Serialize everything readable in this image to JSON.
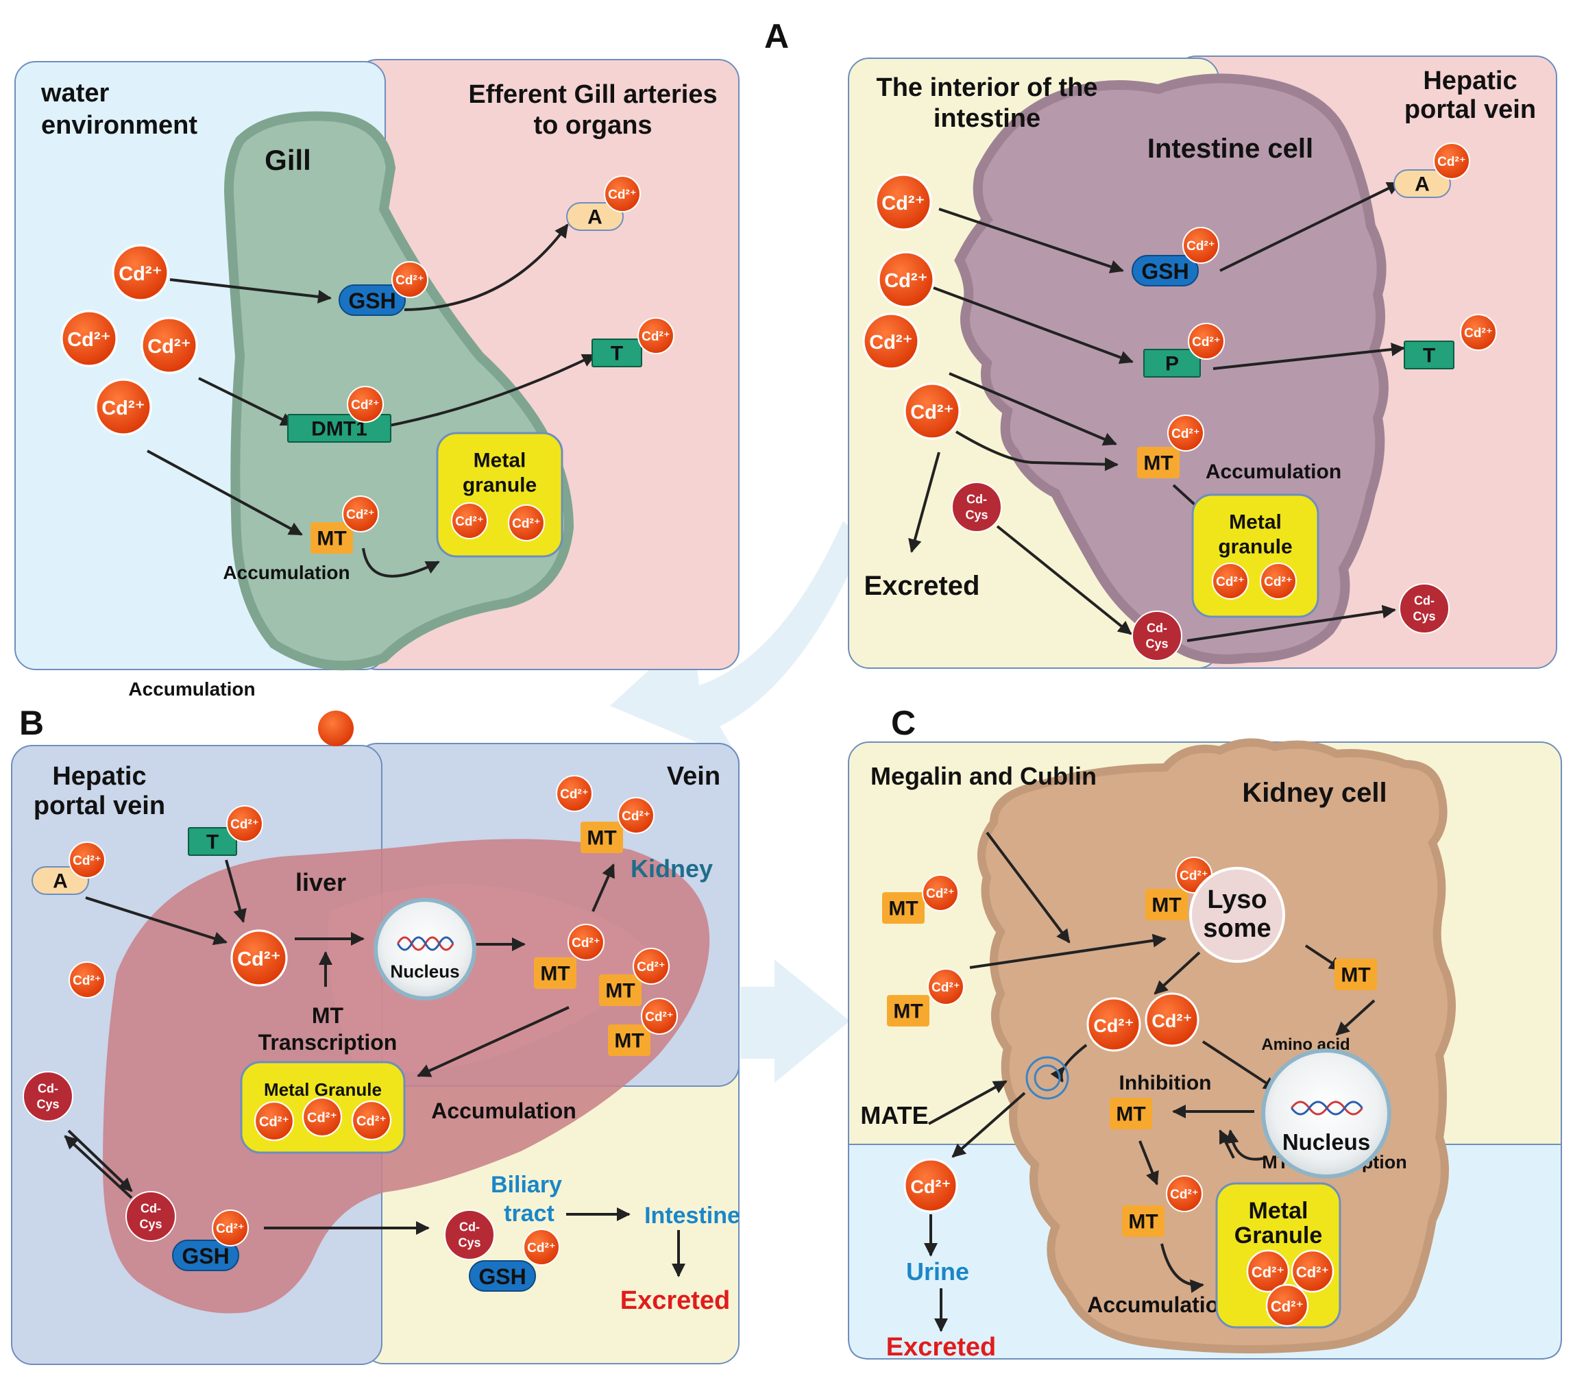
{
  "panels": {
    "a": "A",
    "b": "B",
    "c": "C"
  },
  "ion": "Cd²⁺",
  "cdcys": [
    "Cd-",
    "Cys"
  ],
  "gill": {
    "water_env": [
      "water",
      "environment"
    ],
    "efferent": [
      "Efferent Gill arteries",
      "to organs"
    ],
    "gill": "Gill",
    "gsh": "GSH",
    "dmt1": "DMT1",
    "mt": "MT",
    "a": "A",
    "t": "T",
    "granule": [
      "Metal",
      "granule"
    ],
    "accumulation": "Accumulation",
    "accumulation_below": "Accumulation"
  },
  "intestine": {
    "interior": [
      "The interior of the",
      "intestine"
    ],
    "hepatic": [
      "Hepatic",
      "portal vein"
    ],
    "cell": "Intestine cell",
    "gsh": "GSH",
    "p": "P",
    "mt": "MT",
    "a": "A",
    "t": "T",
    "accumulation": "Accumulation",
    "granule": [
      "Metal",
      "granule"
    ],
    "excreted": "Excreted"
  },
  "liver": {
    "hepatic": [
      "Hepatic",
      "portal vein"
    ],
    "vein": "Vein",
    "liver": "liver",
    "kidney": "Kidney",
    "nucleus": "Nucleus",
    "mt_transcription": [
      "MT",
      "Transcription"
    ],
    "granule": "Metal Granule",
    "accumulation": "Accumulation",
    "biliary": [
      "Biliary",
      "tract"
    ],
    "intestine": "Intestine",
    "excreted": "Excreted",
    "gsh": "GSH",
    "mt": "MT",
    "a": "A",
    "t": "T"
  },
  "kidney": {
    "megalin": "Megalin and Cublin",
    "cell": "Kidney cell",
    "lysosome": [
      "Lyso",
      "some"
    ],
    "amino": "Amino acid",
    "nucleus": "Nucleus",
    "inhibition": "Inhibition",
    "mt_transcription": "MT transcription",
    "mate": "MATE",
    "urine": "Urine",
    "excreted": "Excreted",
    "granule": [
      "Metal",
      "Granule"
    ],
    "accumulation": "Accumulation",
    "mt": "MT"
  },
  "colors": {
    "cd": "#e8400c",
    "cdcys": "#b52a35",
    "mt": "#f7a92f",
    "gsh": "#1a73c2",
    "transporter": "#22a17a",
    "protein_a": "#fbd9a5",
    "granule": "#f0e51a",
    "water": "#dff2fb",
    "blood": "#f5d3d3",
    "lumen": "#f7f4d5",
    "portal": "#cad6ea",
    "gill": "#9fc1ae",
    "intestine_cell": "#b69aac",
    "liver": "#c98289",
    "kidney_cell": "#d6ab8a",
    "blue_text": "#1a86c8",
    "red_text": "#e01c1c"
  },
  "icons": [
    "dna-helix-icon",
    "membrane-channel-icon"
  ]
}
